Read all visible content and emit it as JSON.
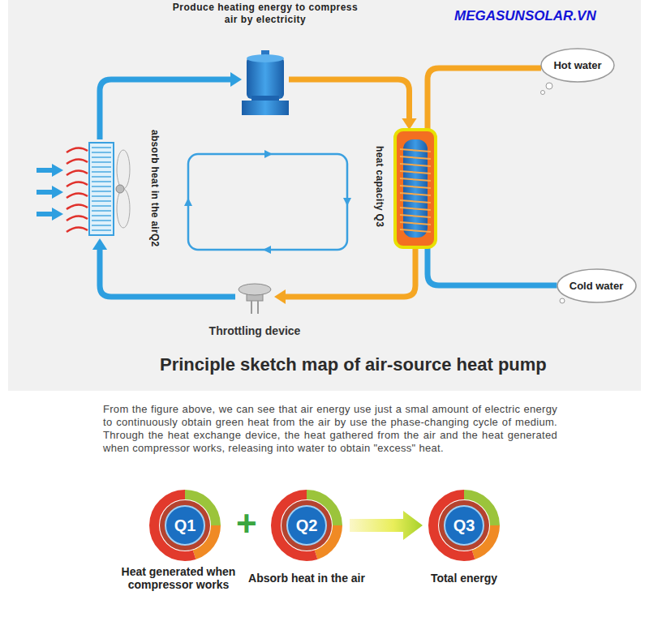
{
  "diagram": {
    "title": "Principle sketch map of air-source heat pump",
    "caption": "From the figure above, we can see that air energy use just a smal amount of electric energy to continuously obtain green heat from the air by use the phase-changing cycle of medium. Through the heat exchange device, the heat gathered from the air and the heat generated when compressor works, releasing into water to obtain \"excess\" heat.",
    "nodes": [
      {
        "text": [
          "Produce heating energy to compress air by electricity"
        ]
      },
      {
        "text": [
          "Hot water"
        ]
      },
      {
        "text": [
          "absorb heat in the airQ2"
        ]
      },
      {
        "text": [
          "heat capacity Q3"
        ]
      },
      {
        "text": [
          "Cold water"
        ]
      },
      {
        "text": [
          "Throttling device"
        ]
      },
      {
        "text": [
          "Q1",
          "Heat generated when compressor works"
        ]
      },
      {
        "text": [
          "Q2",
          "Absorb heat in the air"
        ]
      },
      {
        "text": [
          "Q3",
          "Total energy"
        ]
      }
    ],
    "edges": [
      {
        "from": 2,
        "to": 0,
        "arrow": "to"
      },
      {
        "from": 0,
        "to": 3,
        "arrow": "to"
      },
      {
        "from": 3,
        "to": 5,
        "arrow": "to"
      },
      {
        "from": 5,
        "to": 2,
        "arrow": "to"
      },
      {
        "from": 3,
        "to": 1,
        "arrow": "none"
      },
      {
        "from": 4,
        "to": 3,
        "arrow": "none"
      },
      {
        "from": 7,
        "to": 8,
        "arrow": "to"
      }
    ],
    "labels": [
      "MEGASUNSOLAR.VN",
      "+"
    ]
  }
}
